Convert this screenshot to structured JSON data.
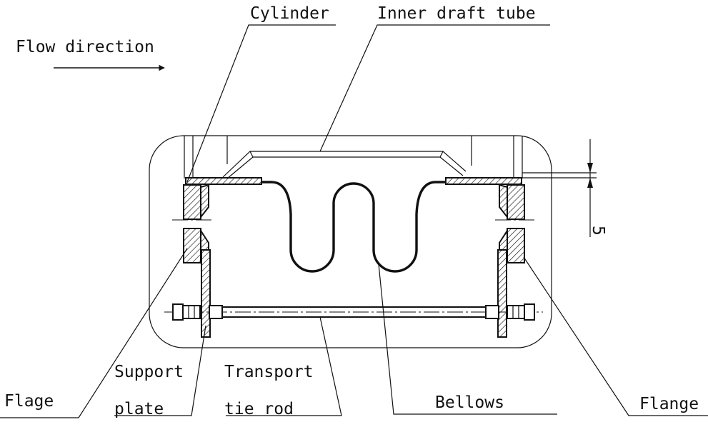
{
  "labels": {
    "flow_direction": "Flow direction",
    "cylinder": "Cylinder",
    "inner_draft_tube": "Inner draft tube",
    "support_plate_line1": "Support",
    "support_plate_line2": "plate",
    "transport_tie_rod_line1": "Transport",
    "transport_tie_rod_line2": "tie rod",
    "flage": "Flage",
    "bellows": "Bellows",
    "flange": "Flange"
  },
  "dimensions": {
    "thickness_value": "5"
  }
}
